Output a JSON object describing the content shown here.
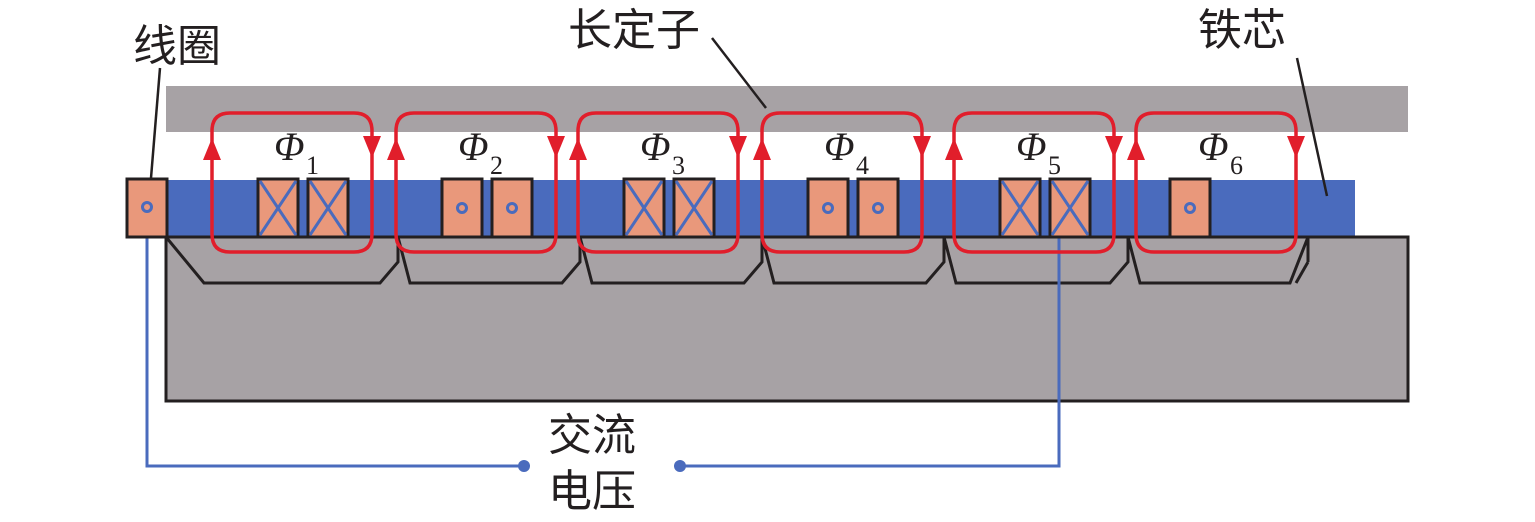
{
  "labels": {
    "coil": "线圈",
    "long_stator": "长定子",
    "iron_core": "铁芯",
    "ac_voltage_line1": "交流",
    "ac_voltage_line2": "电压"
  },
  "flux_loops": [
    {
      "symbol": "Φ",
      "subscript": "1",
      "coil_current": "into"
    },
    {
      "symbol": "Φ",
      "subscript": "2",
      "coil_current": "out"
    },
    {
      "symbol": "Φ",
      "subscript": "3",
      "coil_current": "into"
    },
    {
      "symbol": "Φ",
      "subscript": "4",
      "coil_current": "out"
    },
    {
      "symbol": "Φ",
      "subscript": "5",
      "coil_current": "into"
    },
    {
      "symbol": "Φ",
      "subscript": "6",
      "coil_current": "out"
    }
  ],
  "colors": {
    "stator": "#a7a2a5",
    "iron_core": "#4a6bbd",
    "coil": "#e9987b",
    "flux": "#e11e2b",
    "wire": "#4a6bbd",
    "outline": "#231f20"
  }
}
